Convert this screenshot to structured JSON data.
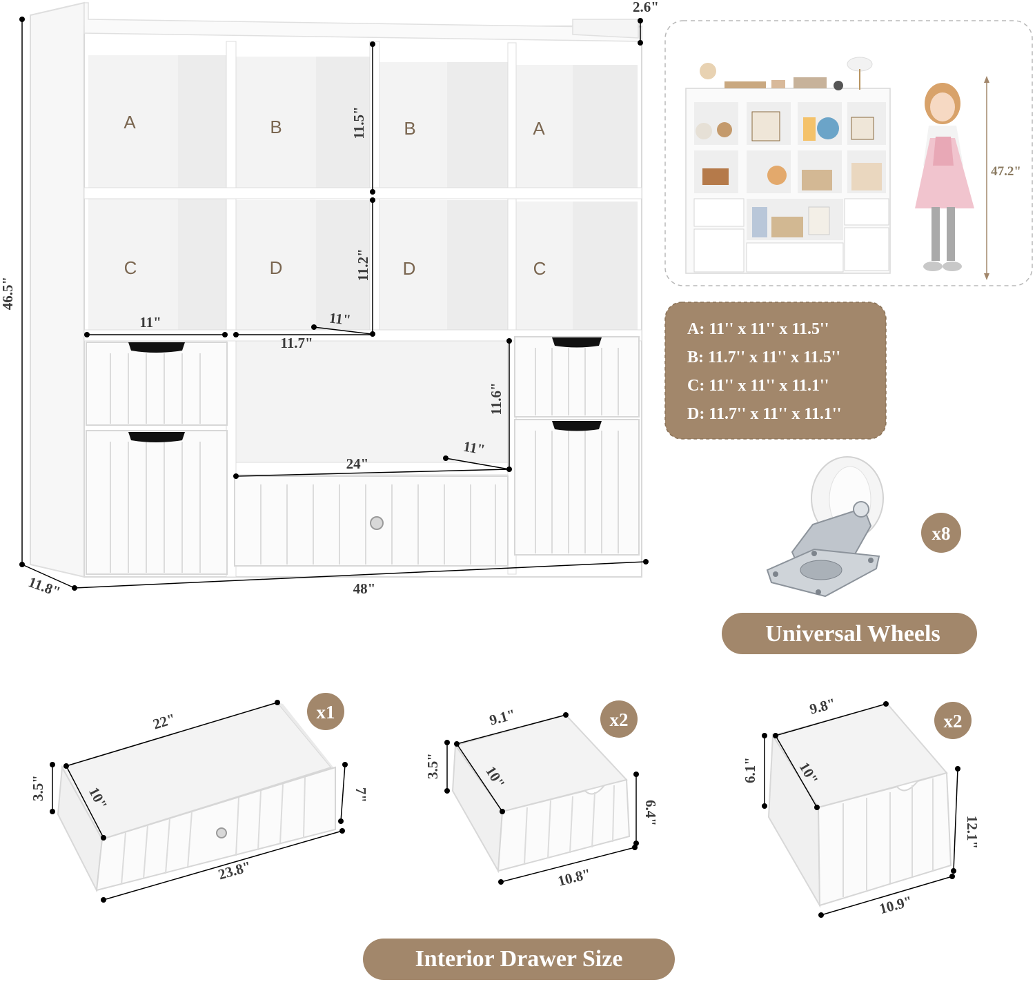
{
  "colors": {
    "brand": "#a2876b",
    "ink": "#000000"
  },
  "shelf": {
    "cells": {
      "a_left": "A",
      "b_left": "B",
      "b_right": "B",
      "a_right": "A",
      "c_left": "C",
      "d_left": "D",
      "d_right": "D",
      "c_right": "C"
    },
    "dims": {
      "top_lip": "2.6\"",
      "height": "46.5\"",
      "width": "48\"",
      "depth": "11.8\"",
      "upper_cell_height": "11.5\"",
      "lower_cell_height": "11.2\"",
      "cube_width": "11\"",
      "cube_depth": "11\"",
      "wide_width": "11.7\"",
      "open_height": "11.6\"",
      "open_depth": "11\"",
      "open_width": "24\""
    }
  },
  "lifestyle": {
    "height_label": "47.2\""
  },
  "specs": [
    "A: 11'' x 11'' x 11.5''",
    "B: 11.7'' x 11'' x 11.5''",
    "C: 11'' x 11'' x 11.1''",
    "D: 11.7'' x 11'' x 11.1''"
  ],
  "wheels": {
    "count_badge": "x8",
    "label": "Universal Wheels"
  },
  "drawers": {
    "large": {
      "badge": "x1",
      "top_width": "22\"",
      "depth": "10\"",
      "inner_height": "3.5\"",
      "front_height": "7\"",
      "front_width": "23.8\""
    },
    "medium": {
      "badge": "x2",
      "top_width": "9.1\"",
      "depth": "10\"",
      "inner_height": "3.5\"",
      "front_height": "6.4\"",
      "front_width": "10.8\""
    },
    "tall": {
      "badge": "x2",
      "top_width": "9.8\"",
      "depth": "10\"",
      "inner_height": "6.1\"",
      "front_height": "12.1\"",
      "front_width": "10.9\""
    }
  },
  "footer": {
    "label": "Interior Drawer Size"
  }
}
